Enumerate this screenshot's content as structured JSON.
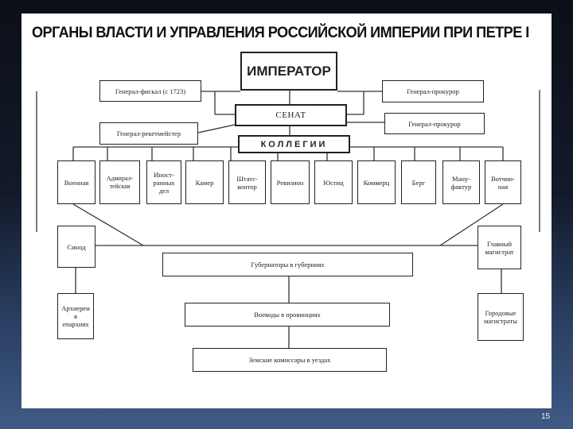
{
  "slide": {
    "title": "ОРГАНЫ ВЛАСТИ И УПРАВЛЕНИЯ РОССИЙСКОЙ ИМПЕРИИ ПРИ ПЕТРЕ I",
    "page_number": "15"
  },
  "diagram": {
    "emperor": "ИМПЕРАТОР",
    "fiscal": "Генерал-фискал (с 1723)",
    "prosecutor_1": "Генерал-прокурор",
    "senate": "СЕНАТ",
    "prosecutor_2": "Генерал-прокурор",
    "reketmeister": "Генерал-рекетмейстер",
    "collegii": "КОЛЛЕГИИ",
    "colleges": [
      "Военная",
      "Адмирал-\nтейская",
      "Иност-\nранных\nдел",
      "Камер",
      "Штатс-\nконтор",
      "Ревизион",
      "Юстиц",
      "Коммерц",
      "Берг",
      "Ману-\nфактур",
      "Вотчин-\nная"
    ],
    "synod": "Синод",
    "magistrate": "Главный\nмагистрат",
    "governors": "Губернаторы в губерниях",
    "voivodes": "Воеводы в провинциях",
    "commissars": "Земские комиссары в уездах",
    "archbishops": "Архиереи\nв\nепархиях",
    "city_magistrates": "Городовые\nмагистраты"
  },
  "colors": {
    "background_dark": "#0b0f17",
    "background_blue": "#3f5a85",
    "slide": "#ffffff",
    "ink": "#222222"
  }
}
